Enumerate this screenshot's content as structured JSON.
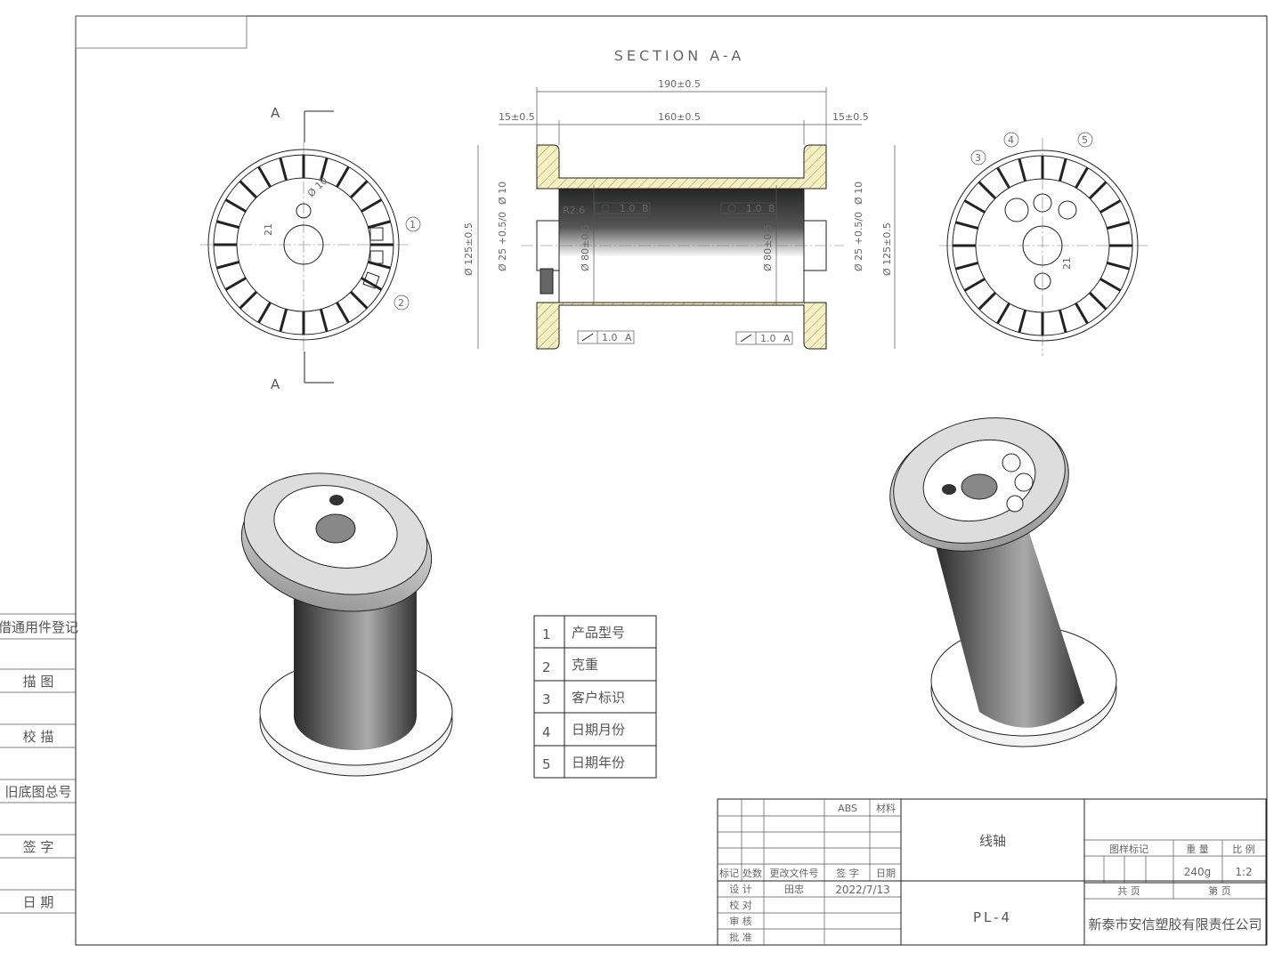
{
  "section_title": "SECTION A-A",
  "section_marker": "A",
  "dimensions": {
    "overall_length": "190±0.5",
    "inner_length": "160±0.5",
    "flange_left": "15±0.5",
    "flange_right": "15±0.5",
    "flange_diameter": "Ø 125±0.5",
    "barrel_diameter": "Ø 80±0.5",
    "bore_diameter": "Ø 25 +0.5/0",
    "hole_diameter": "Ø 10",
    "radius": "R2.6",
    "offset": "21",
    "runout_tolerance": "1.0",
    "coaxiality_tolerance": "1.0",
    "datum": "A",
    "datum_b": "B"
  },
  "balloons": [
    "1",
    "2",
    "3",
    "4",
    "5"
  ],
  "parts_table": [
    {
      "no": "1",
      "label": "产品型号"
    },
    {
      "no": "2",
      "label": "克重"
    },
    {
      "no": "3",
      "label": "客户标识"
    },
    {
      "no": "4",
      "label": "日期月份"
    },
    {
      "no": "5",
      "label": "日期年份"
    }
  ],
  "left_margin": [
    "借通用件登记",
    "描 图",
    "校 描",
    "旧底图总号",
    "签 字",
    "日 期"
  ],
  "title_block": {
    "material_value": "ABS",
    "material_label": "材料",
    "headers": [
      "标记",
      "处数",
      "更改文件号",
      "签 字",
      "日期"
    ],
    "roles": [
      "设 计",
      "校 对",
      "审 核",
      "批 准"
    ],
    "designer": "田忠",
    "date": "2022/7/13",
    "part_name": "线轴",
    "drawing_no": "PL-4",
    "mark_label": "图样标记",
    "weight_label": "重 量",
    "scale_label": "比 例",
    "weight": "240g",
    "scale": "1:2",
    "total_pages": "共 页",
    "page_no": "第 页",
    "company": "新泰市安信塑胶有限责任公司"
  }
}
